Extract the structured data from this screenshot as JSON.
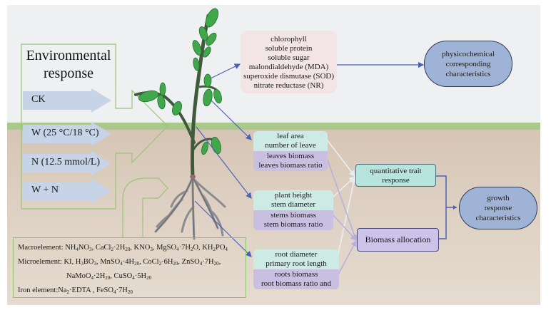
{
  "environment": {
    "title_line1": "Environmental",
    "title_line2": "response",
    "conditions": [
      {
        "label": "CK"
      },
      {
        "label": "W (25 °C/18 °C)"
      },
      {
        "label": "N (12.5 mmol/L)"
      },
      {
        "label": "W + N"
      }
    ]
  },
  "physiological_box": {
    "items": [
      "chlorophyll",
      "soluble protein",
      "soluble sugar",
      "malondialdehyde (MDA)",
      "superoxide dismutase (SOD)",
      "nitrate reductase (NR)"
    ]
  },
  "physicochemical_oval": {
    "line1": "physicochemical",
    "line2": "corresponding",
    "line3": "characteristics"
  },
  "trait_groups": [
    {
      "organ": "leaf",
      "morphology": [
        "leaf area",
        "number of leave"
      ],
      "biomass": [
        "leaves biomass",
        "leaves biomass ratio"
      ]
    },
    {
      "organ": "stem",
      "morphology": [
        "plant height",
        "stem diameter"
      ],
      "biomass": [
        "stems biomass",
        "stem biomass ratio"
      ]
    },
    {
      "organ": "root",
      "morphology": [
        "root diameter",
        "primary root length"
      ],
      "biomass": [
        "roots biomass",
        "root biomass ratio and"
      ]
    }
  ],
  "quantitative_box": {
    "line1": "quantitative trait",
    "line2": "response"
  },
  "biomass_box": {
    "label": "Biomass allocation"
  },
  "growth_oval": {
    "line1": "growth",
    "line2": "response",
    "line3": "characteristics"
  },
  "nutrient_media": {
    "macro_label": "Macroelement: ",
    "micro_label": "Microelement: ",
    "iron_label": "Iron element:",
    "macro_formulas": [
      "NH4NO3",
      "CaCl2·2H20",
      "KNO3",
      "MgSO4·7H2O",
      "KH2PO4"
    ],
    "micro_formulas": [
      "KI",
      "H3BO3",
      "MnSO4·4H20",
      "CoCl2·6H20",
      "ZnSO4·7H20",
      "NaMoO4·2H20",
      "CuSO4·5H20"
    ],
    "iron_formulas": [
      "Na2·EDTA",
      "FeSO4·7H20"
    ]
  },
  "colors": {
    "sky": "#eef0f1",
    "grass": "#a9c98a",
    "soil": "#d6c5b4",
    "outline_green": "#8cc46a",
    "arrow_blue": "#4a63b8",
    "condition_arrow": "#c7d3e6",
    "oval_fill": "#9fb3d6",
    "trait_morph": "#cdeae5",
    "trait_biomass": "#c9bfe0",
    "phys_box": "#f3e4e6"
  }
}
